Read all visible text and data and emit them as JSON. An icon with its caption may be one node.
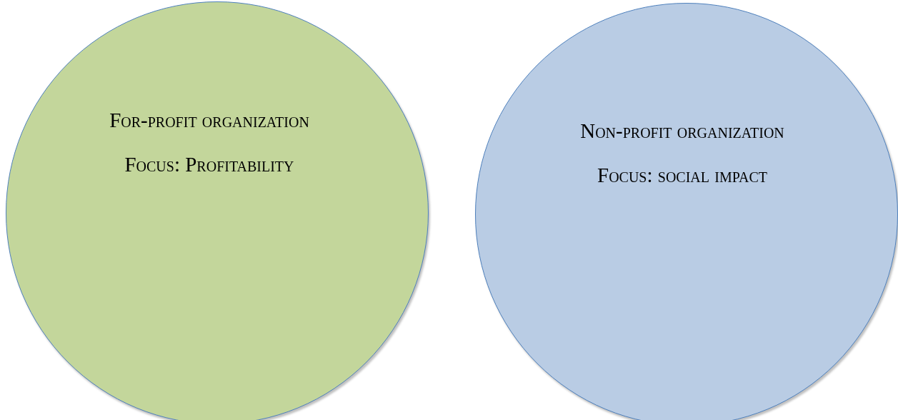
{
  "diagram": {
    "nodes": [
      {
        "text": [
          "For-profit organization",
          "Focus: Profitability"
        ]
      },
      {
        "text": [
          "Non-profit organization",
          "Focus: social impact"
        ]
      }
    ]
  }
}
